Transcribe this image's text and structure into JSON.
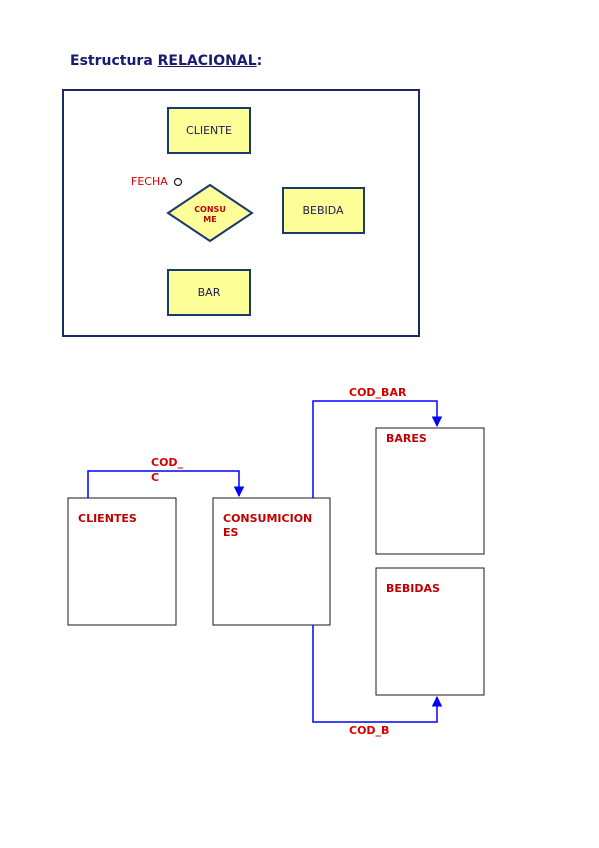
{
  "heading": {
    "prefix": "Estructura ",
    "underlined": "RELACIONAL",
    "suffix": ":"
  },
  "er_model": {
    "entities": [
      "CLIENTE",
      "BEBIDA",
      "BAR"
    ],
    "relationship": {
      "line1": "CONSU",
      "line2": "ME"
    },
    "attribute": "FECHA"
  },
  "relational": {
    "tables": {
      "clientes": "CLIENTES",
      "consumiciones_line1": "CONSUMICION",
      "consumiciones_line2": "ES",
      "bares": "BARES",
      "bebidas": "BEBIDAS"
    },
    "links": {
      "cod_c_line1": "COD_",
      "cod_c_line2": "C",
      "cod_bar": "COD_BAR",
      "cod_b": "COD_B"
    }
  },
  "colors": {
    "heading": "#1a1a6e",
    "entity_fill": "#ffff99",
    "entity_border": "#1a3a6e",
    "label_red": "#c00000",
    "arrow_blue": "#0000ff"
  }
}
